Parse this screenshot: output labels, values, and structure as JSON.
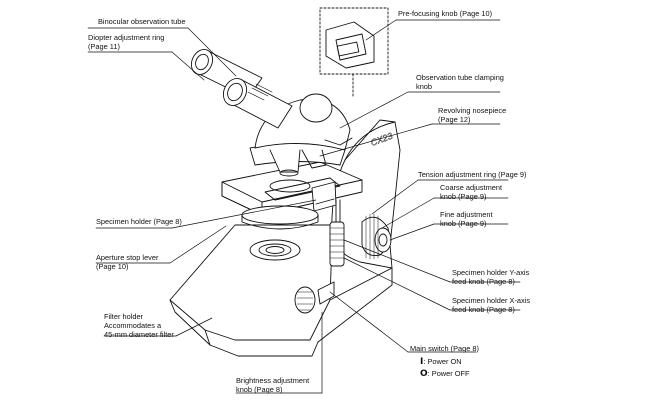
{
  "labels": {
    "binocular_tube": [
      "Binocular observation tube"
    ],
    "diopter_ring": [
      "Diopter adjustment ring",
      "(Page 11)"
    ],
    "prefocusing_knob": [
      "Pre-focusing knob (Page 10)"
    ],
    "tube_clamping_knob": [
      "Observation tube clamping",
      "knob"
    ],
    "revolving_nosepiece": [
      "Revolving nosepiece",
      "(Page 12)"
    ],
    "tension_ring": [
      "Tension adjustment ring (Page 9)"
    ],
    "coarse_knob": [
      "Coarse adjustment",
      "knob (Page 9)"
    ],
    "fine_knob": [
      "Fine adjustment",
      "knob (Page 9)"
    ],
    "specimen_holder": [
      "Specimen holder (Page 8)"
    ],
    "aperture_lever": [
      "Aperture stop lever",
      "(Page 10)"
    ],
    "y_axis_knob": [
      "Specimen holder Y-axis",
      "feed knob (Page 8)"
    ],
    "x_axis_knob": [
      "Specimen holder X-axis",
      "feed knob (Page 8)"
    ],
    "filter_holder": [
      "Filter holder",
      "Accommodates a",
      "45-mm diameter filter"
    ],
    "main_switch": [
      "Main switch (Page 8)"
    ],
    "brightness_knob": [
      "Brightness adjustment",
      "knob (Page 8)"
    ]
  },
  "switch_legend": {
    "on_symbol": "I",
    "on_text": ": Power ON",
    "off_symbol": "O",
    "off_text": ": Power OFF"
  },
  "brand_text": "CX23",
  "colors": {
    "line": "#111111",
    "background": "#ffffff",
    "hatch": "#444444"
  }
}
